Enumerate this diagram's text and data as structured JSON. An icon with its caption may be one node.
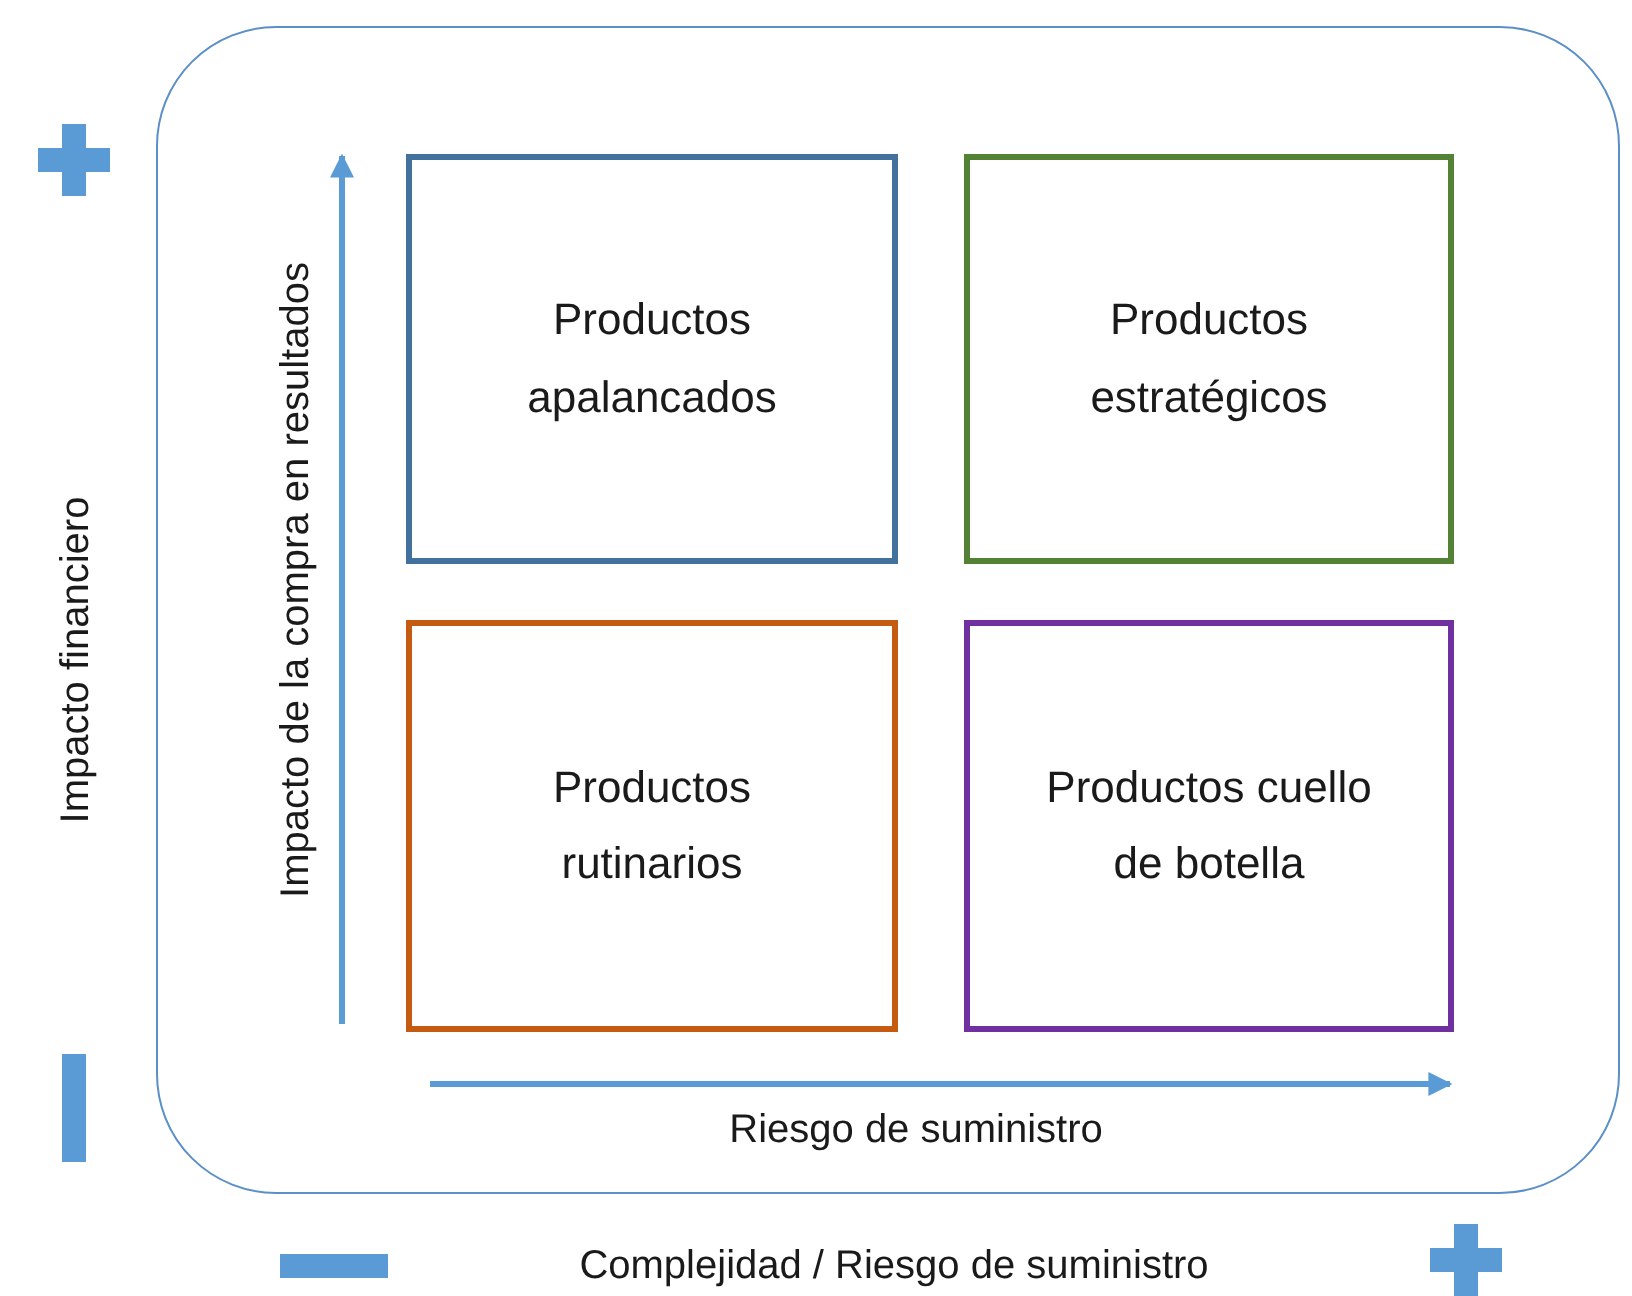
{
  "diagram": {
    "nodes": [
      {
        "text": [],
        "shape": "box"
      },
      {
        "text": [
          "Productos apalancados"
        ],
        "in": 0
      },
      {
        "text": [
          "Productos estratégicos"
        ],
        "in": 0
      },
      {
        "text": [
          "Productos rutinarios"
        ],
        "in": 0
      },
      {
        "text": [
          "Productos cuello de botella"
        ],
        "in": 0
      }
    ],
    "labels": [
      "Impacto de la compra en resultados",
      "Riesgo de suministro",
      "Impacto financiero",
      "Complejidad / Riesgo de suministro"
    ]
  }
}
